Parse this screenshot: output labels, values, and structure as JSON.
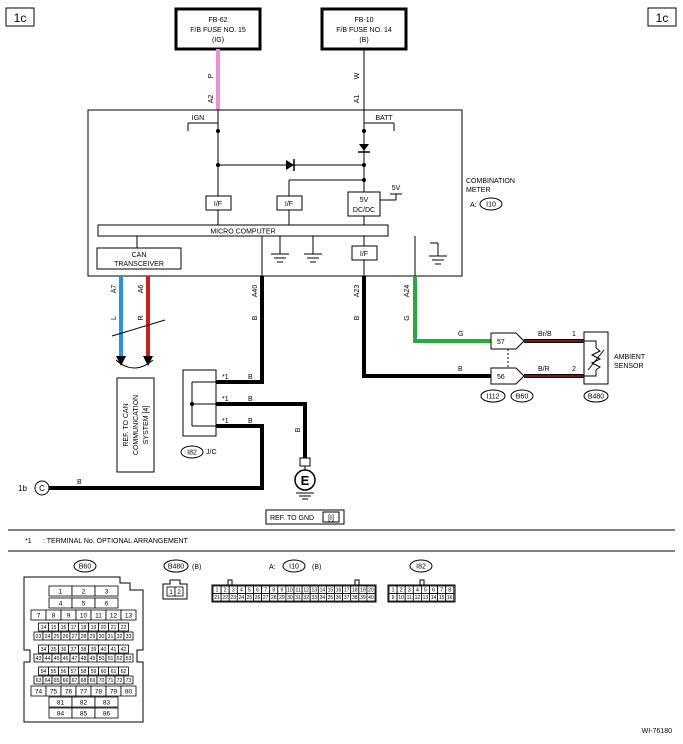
{
  "page": {
    "section_tag": "1c",
    "figure_id": "WI-76180"
  },
  "fuses": {
    "left": {
      "name": "FB-62",
      "desc": "F/B FUSE NO. 15",
      "cond": "(IG)"
    },
    "right": {
      "name": "FB-10",
      "desc": "F/B FUSE NO. 14",
      "cond": "(B)"
    }
  },
  "wires": {
    "p_color": "P",
    "p_pin": "A2",
    "w_color": "W",
    "w_pin": "A1",
    "l_color": "L",
    "l_pin": "A7",
    "r_color": "R",
    "r_pin": "A6",
    "b40_color": "B",
    "b40_pin": "A40",
    "b23_color": "B",
    "b23_pin": "A23",
    "g24_color": "G",
    "g24_pin": "A24",
    "g_label": "G",
    "b_label": "B",
    "brb_label": "Br/B",
    "br_label": "B/R",
    "jc_b1": "B",
    "jc_b2": "B",
    "jc_b3": "B",
    "gnd_b": "B",
    "link_b": "B",
    "colors": {
      "pink": "#e891d6",
      "blue": "#2f8fd8",
      "red": "#cc1f1f",
      "green": "#2aa745",
      "black": "#000000"
    }
  },
  "meter": {
    "ign": "IGN",
    "batt": "BATT",
    "if1": "I/F",
    "if2": "I/F",
    "if3": "I/F",
    "dcdc_line1": "5V",
    "dcdc_line2": "DC/DC",
    "v5": "5V",
    "micro": "MICRO COMPUTER",
    "can_line1": "CAN",
    "can_line2": "TRANSCEIVER",
    "name_line1": "COMBINATION",
    "name_line2": "METER",
    "conn_prefix": "A:",
    "conn": "I10"
  },
  "ambient": {
    "pin57": "57",
    "pin56": "56",
    "pin1": "1",
    "pin2": "2",
    "name_line1": "AMBIENT",
    "name_line2": "SENSOR",
    "conn_i112": "I112",
    "conn_b60": "B60",
    "conn_b480": "B480"
  },
  "junction": {
    "star1": "*1",
    "star2": "*1",
    "star3": "*1",
    "conn": "I82",
    "label": "J/C"
  },
  "ground": {
    "symbol": "E",
    "ref_text": "REF. TO GND",
    "ref_code": "[I]"
  },
  "can_ref": {
    "line1": "REF. TO CAN",
    "line2": "COMMUNICATION",
    "line3": "SYSTEM [4]"
  },
  "link": {
    "code": "1b",
    "symbol": "C"
  },
  "note": {
    "mark": "*1",
    "text": ": TERMINAL No. OPTIONAL ARRANGEMENT"
  },
  "connectors": {
    "b60": {
      "title": "B60",
      "rows": [
        [
          "1",
          "2",
          "3"
        ],
        [
          "4",
          "5",
          "6"
        ],
        [
          "7",
          "8",
          "9",
          "10",
          "11",
          "12",
          "13"
        ],
        [
          "14",
          "15",
          "16",
          "17",
          "18",
          "19",
          "20",
          "21",
          "22"
        ],
        [
          "23",
          "24",
          "25",
          "26",
          "27",
          "28",
          "29",
          "30",
          "31",
          "32",
          "33"
        ],
        [
          "34",
          "35",
          "36",
          "37",
          "38",
          "39",
          "40",
          "41",
          "42"
        ],
        [
          "43",
          "44",
          "45",
          "46",
          "47",
          "48",
          "49",
          "50",
          "51",
          "52",
          "53"
        ],
        [
          "54",
          "55",
          "56",
          "57",
          "58",
          "59",
          "60",
          "61",
          "62"
        ],
        [
          "63",
          "64",
          "65",
          "66",
          "67",
          "68",
          "69",
          "70",
          "71",
          "72",
          "73"
        ],
        [
          "74",
          "75",
          "76",
          "77",
          "78",
          "79",
          "80"
        ],
        [
          "81",
          "82",
          "83"
        ],
        [
          "84",
          "85",
          "86"
        ]
      ]
    },
    "b480": {
      "title": "B480",
      "cond": "(B)",
      "pins": [
        "1",
        "2"
      ]
    },
    "i10": {
      "prefix": "A:",
      "title": "I10",
      "cond": "(B)",
      "row1": [
        "1",
        "2",
        "3",
        "4",
        "5",
        "6",
        "7",
        "8",
        "9",
        "10",
        "11",
        "12",
        "13",
        "14",
        "15",
        "16",
        "17",
        "18",
        "19",
        "20"
      ],
      "row2": [
        "21",
        "22",
        "23",
        "24",
        "25",
        "26",
        "27",
        "28",
        "29",
        "30",
        "31",
        "32",
        "33",
        "34",
        "35",
        "36",
        "37",
        "38",
        "39",
        "40"
      ]
    },
    "i82": {
      "title": "I82",
      "row1": [
        "1",
        "2",
        "3",
        "4",
        "5",
        "6",
        "7",
        "8"
      ],
      "row2": [
        "9",
        "10",
        "11",
        "12",
        "13",
        "14",
        "15",
        "16"
      ]
    }
  }
}
